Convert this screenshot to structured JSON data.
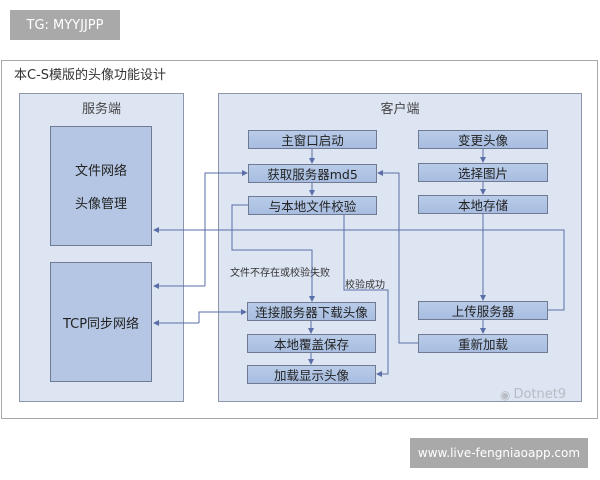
{
  "top_badge": "TG: MYYJJPP",
  "bottom_badge": "www.live-fengniaoapp.com",
  "diagram": {
    "title": "本C-S模版的头像功能设计",
    "server": {
      "title": "服务端",
      "file_box": [
        "文件网络",
        "头像管理"
      ],
      "tcp_box": "TCP同步网络"
    },
    "client": {
      "title": "客户端",
      "left_steps": [
        "主窗口启动",
        "获取服务器md5",
        "与本地文件校验",
        "连接服务器下载头像",
        "本地覆盖保存",
        "加载显示头像"
      ],
      "right_steps": [
        "变更头像",
        "选择图片",
        "本地存储",
        "上传服务器",
        "重新加载"
      ],
      "label_fail": "文件不存在或校验失败",
      "label_success": "校验成功"
    },
    "watermark": "Dotnet9"
  },
  "colors": {
    "line": "#5a6ea8",
    "panel": "#dde5f2",
    "box": "#b4c6e4"
  }
}
